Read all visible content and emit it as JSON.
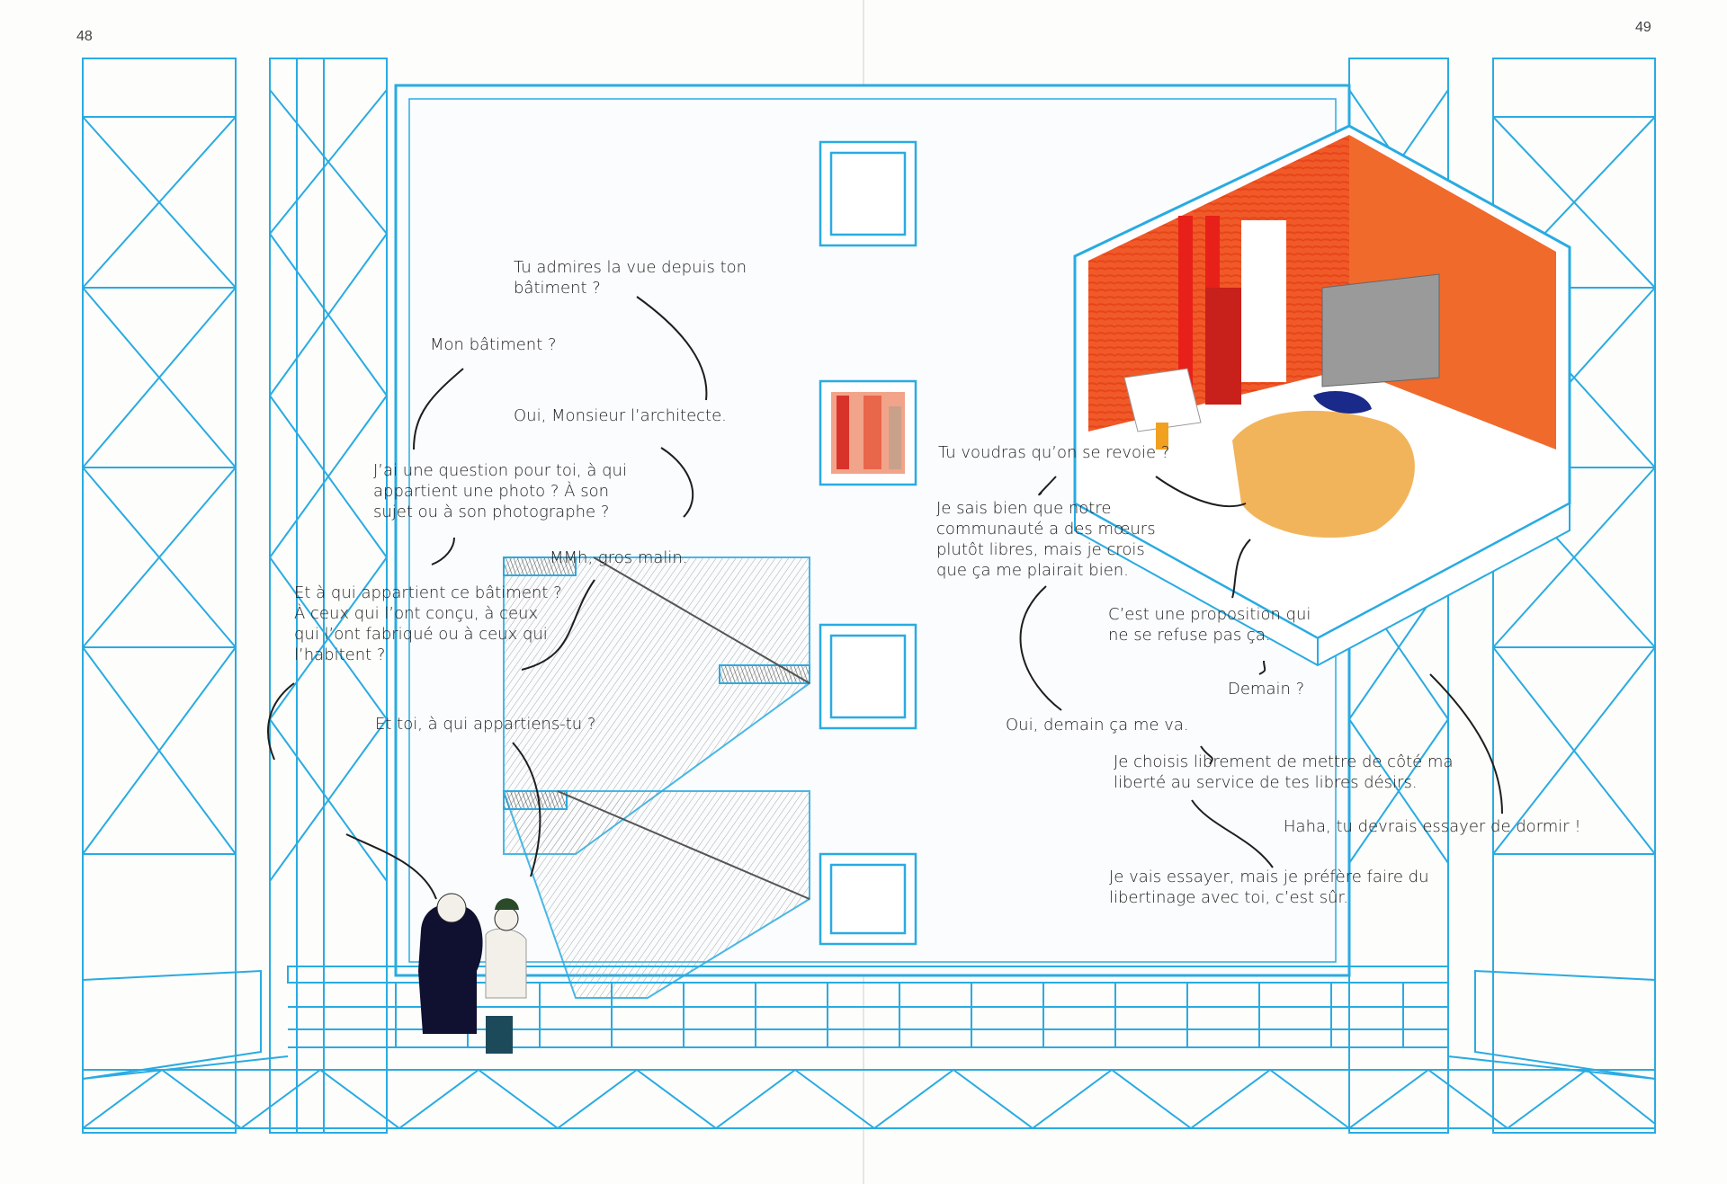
{
  "spread": {
    "left_page_number": "48",
    "right_page_number": "49"
  },
  "colors": {
    "structure_line": "#29abe2",
    "wall_orange": "#f05a28",
    "blanket_orange": "#f2b45a",
    "text": "#1e1e1e"
  },
  "dialogue": [
    {
      "id": "d1",
      "text": "Tu admires la vue depuis ton\nbâtiment ?"
    },
    {
      "id": "d2",
      "text": "Mon bâtiment ?"
    },
    {
      "id": "d3",
      "text": "Oui, Monsieur l’architecte."
    },
    {
      "id": "d4",
      "text": "J’ai une question pour toi, à qui\nappartient une photo ? À son\nsujet ou à son photographe ?"
    },
    {
      "id": "d5",
      "text": "MMh, gros malin."
    },
    {
      "id": "d6",
      "text": "Et à qui appartient ce bâtiment ?\nÀ ceux qui l’ont conçu, à ceux\nqui l’ont fabriqué ou à ceux qui\nl’habitent ?"
    },
    {
      "id": "d7",
      "text": "Et toi, à qui appartiens-tu ?"
    },
    {
      "id": "d8",
      "text": "Tu voudras qu’on se revoie ?"
    },
    {
      "id": "d9",
      "text": "Je sais bien que notre\ncommunauté a des mœurs\nplutôt libres, mais je crois\nque ça me plairait bien."
    },
    {
      "id": "d10",
      "text": "C’est une proposition qui\nne se refuse pas ça."
    },
    {
      "id": "d11",
      "text": "Demain ?"
    },
    {
      "id": "d12",
      "text": "Oui, demain ça me va."
    },
    {
      "id": "d13",
      "text": "Je choisis librement de mettre de côté ma\nliberté au service de tes libres désirs."
    },
    {
      "id": "d14",
      "text": "Haha, tu devrais essayer de dormir !"
    },
    {
      "id": "d15",
      "text": "Je vais essayer, mais je préfère faire du\nlibertinage avec toi, c’est sûr."
    }
  ]
}
